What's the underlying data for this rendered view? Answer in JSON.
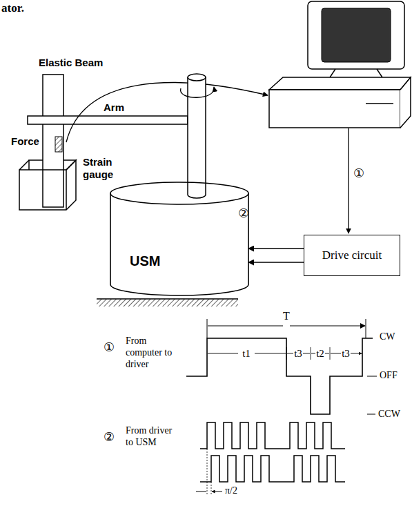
{
  "diagram": {
    "nodes": [
      {
        "text": [
          "USM"
        ]
      },
      {
        "text": [
          "Drive circuit"
        ]
      }
    ],
    "edges": [
      {
        "from": 1,
        "to": 0,
        "arrow": "to"
      },
      {
        "from": 1,
        "to": 0,
        "arrow": "to"
      }
    ],
    "labels": [
      "ator.",
      "Elastic Beam",
      "Arm",
      "Force",
      "Strain gauge",
      "②",
      "①",
      "T",
      "CW",
      "t1",
      "t3",
      "t2",
      "t3",
      "OFF",
      "①",
      "From computer to driver",
      "CCW",
      "②",
      "From driver to USM",
      "π/2"
    ]
  }
}
